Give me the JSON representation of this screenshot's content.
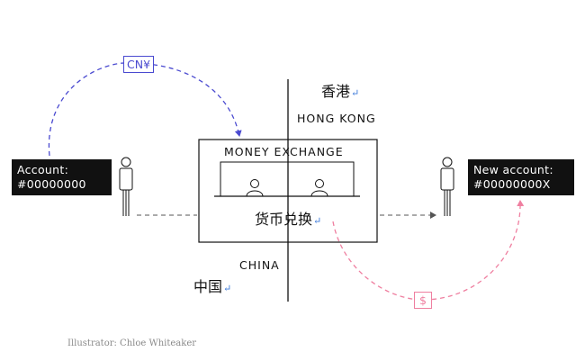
{
  "labels": {
    "hongkong_cn": "香港",
    "hongkong_en": "HONG KONG",
    "exchange_title": "MONEY EXCHANGE",
    "exchange_cn": "货币兑换",
    "china_en": "CHINA",
    "china_cn": "中国",
    "return_mark": "↵"
  },
  "accounts": {
    "left": {
      "line1": "Account:",
      "line2": "#00000000"
    },
    "right": {
      "line1": "New account:",
      "line2": "#00000000X"
    }
  },
  "currency_tags": {
    "cny": "CN¥",
    "usd": "$"
  },
  "credit": "Illustrator: Chloe Whiteaker",
  "colors": {
    "blue_arrow": "#4a4ad0",
    "pink_arrow": "#ef7fa0",
    "line": "#111111",
    "return_mark": "#3a78d8"
  }
}
